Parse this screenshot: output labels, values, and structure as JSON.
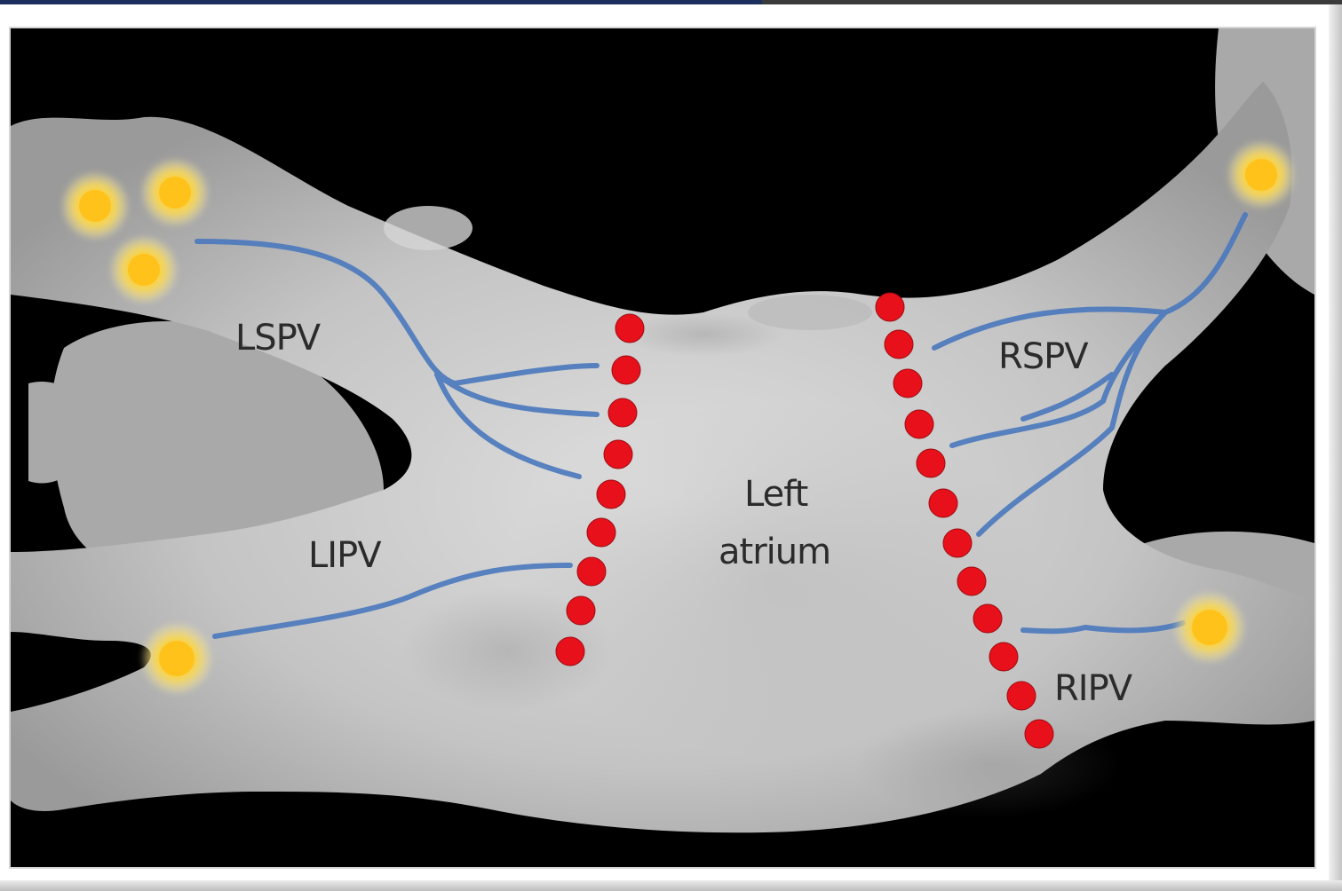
{
  "labels": {
    "lspv": "LSPV",
    "lipv": "LIPV",
    "rspv": "RSPV",
    "ripv": "RIPV",
    "left_atrium_line1": "Left",
    "left_atrium_line2": "atrium"
  },
  "colors": {
    "background": "#000000",
    "tissue": "#c9c9c9",
    "ablation_dots": "#e8101a",
    "conduction_lines": "#4a78bd",
    "trigger_foci": "#f3d24a"
  },
  "icons": {
    "trigger": "sun-starburst-icon",
    "ablation": "red-dot-icon"
  }
}
